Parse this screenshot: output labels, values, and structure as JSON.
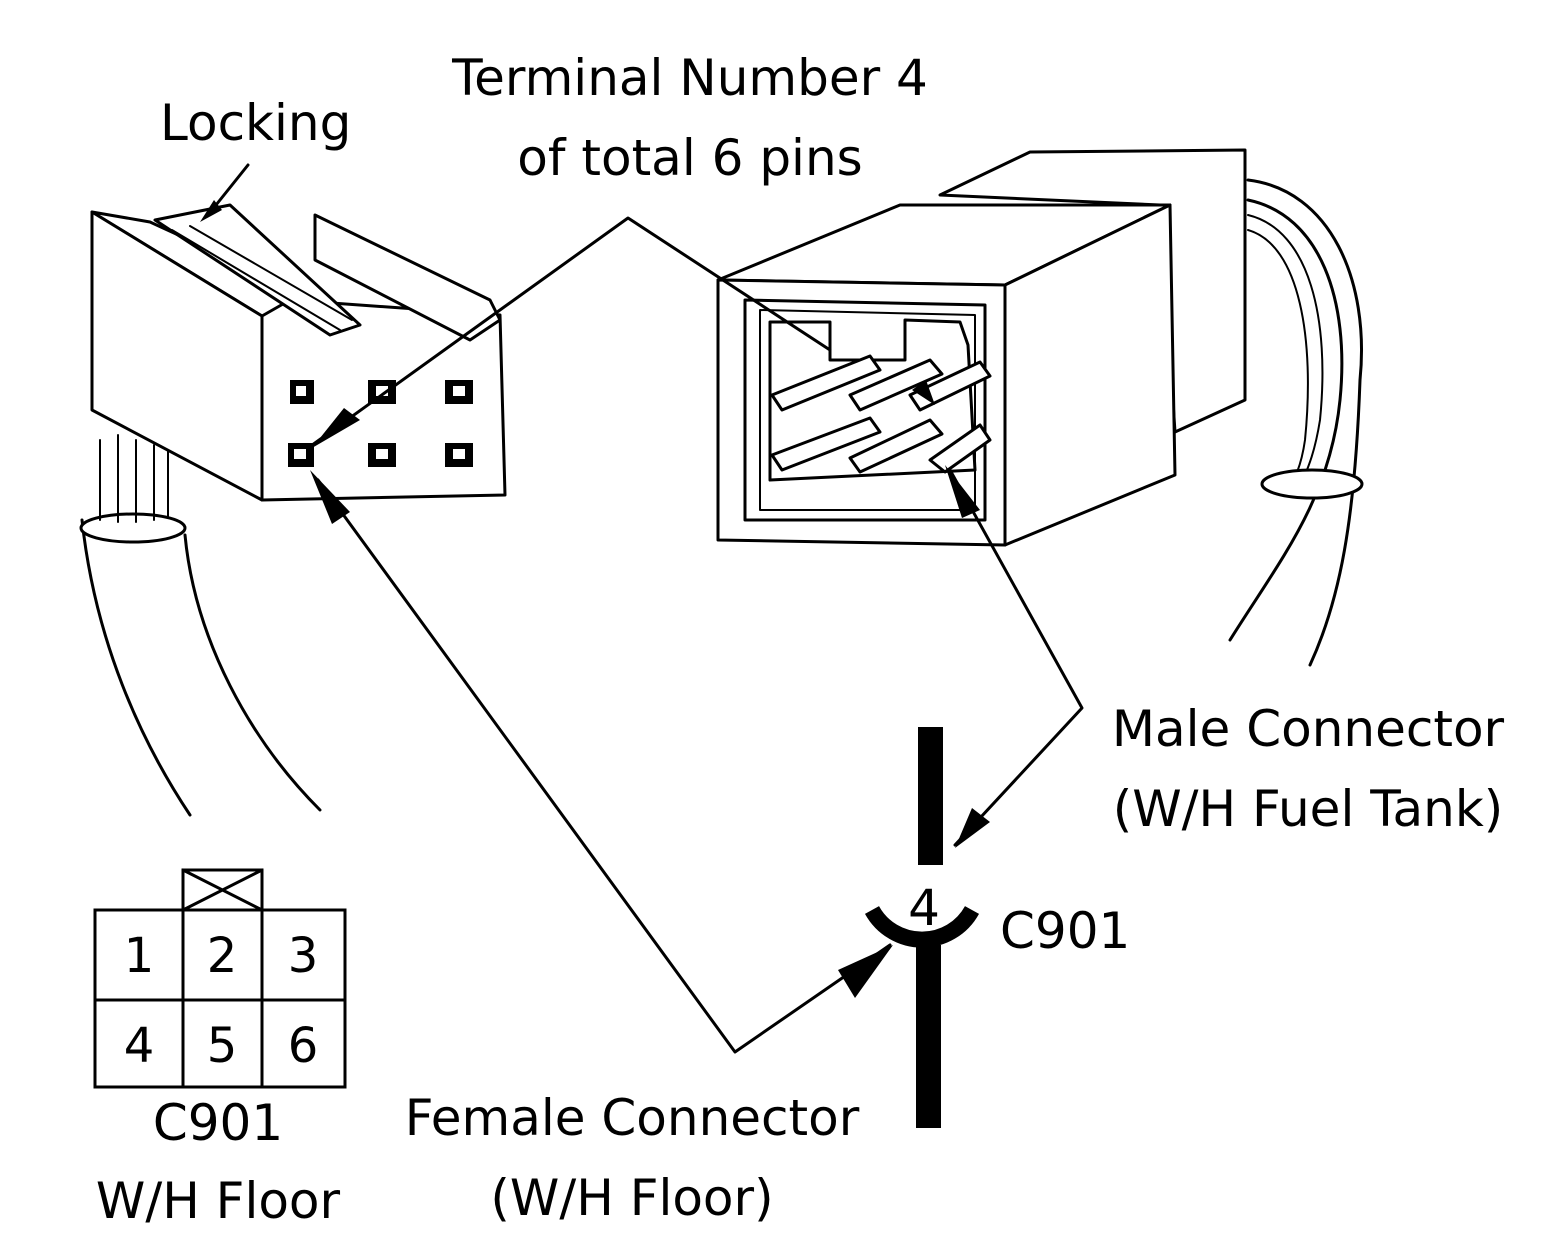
{
  "labels": {
    "locking": "Locking",
    "terminal_line1": "Terminal Number 4",
    "terminal_line2": "of total 6 pins",
    "male_line1": "Male Connector",
    "male_line2": "(W/H Fuel Tank)",
    "female_line1": "Female Connector",
    "female_line2": "(W/H Floor)",
    "symbol_pin": "4",
    "symbol_id": "C901",
    "face_id": "C901",
    "face_harness": "W/H Floor"
  },
  "pin_face": {
    "rows": [
      [
        "1",
        "2",
        "3"
      ],
      [
        "4",
        "5",
        "6"
      ]
    ]
  }
}
